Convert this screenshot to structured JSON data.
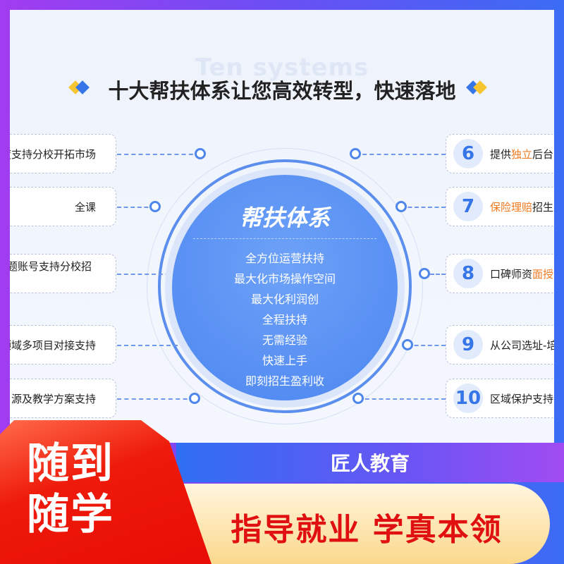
{
  "header": {
    "ghost": "Ten systems",
    "title": "十大帮扶体系让您高效转型，快速落地"
  },
  "center": {
    "title": "帮扶体系",
    "items": [
      "全方位运营扶持",
      "最大化市场操作空间",
      "最大化利润创",
      "全程扶持",
      "无需经验",
      "快速上手",
      "即刻招生盈利收"
    ]
  },
  "left_cards": [
    "度支持分校开拓市场",
    "全课",
    "刷题账号支持分校招生",
    "领域多项目对接支持",
    "源及教学方案支持"
  ],
  "right_cards": [
    {
      "num": "6",
      "pre": "提供",
      "hl": "独立",
      "post": "后台网"
    },
    {
      "num": "7",
      "pre": "",
      "hl": "保险理赔",
      "post": "招生工"
    },
    {
      "num": "8",
      "pre": "口碑师资",
      "hl": "面授课",
      "post": ""
    },
    {
      "num": "9",
      "pre": "从公司选址-培训",
      "hl": "",
      "post": ""
    },
    {
      "num": "10",
      "pre": "区域保护支持，",
      "hl": "",
      "post": ""
    }
  ],
  "footer": {
    "brand": "匠人教育",
    "slogan": "指导就业  学真本领",
    "badge_line1": "随到",
    "badge_line2": "随学"
  },
  "colors": {
    "accent": "#4c86f0",
    "highlight": "#f07a20",
    "slogan": "#e01010"
  }
}
